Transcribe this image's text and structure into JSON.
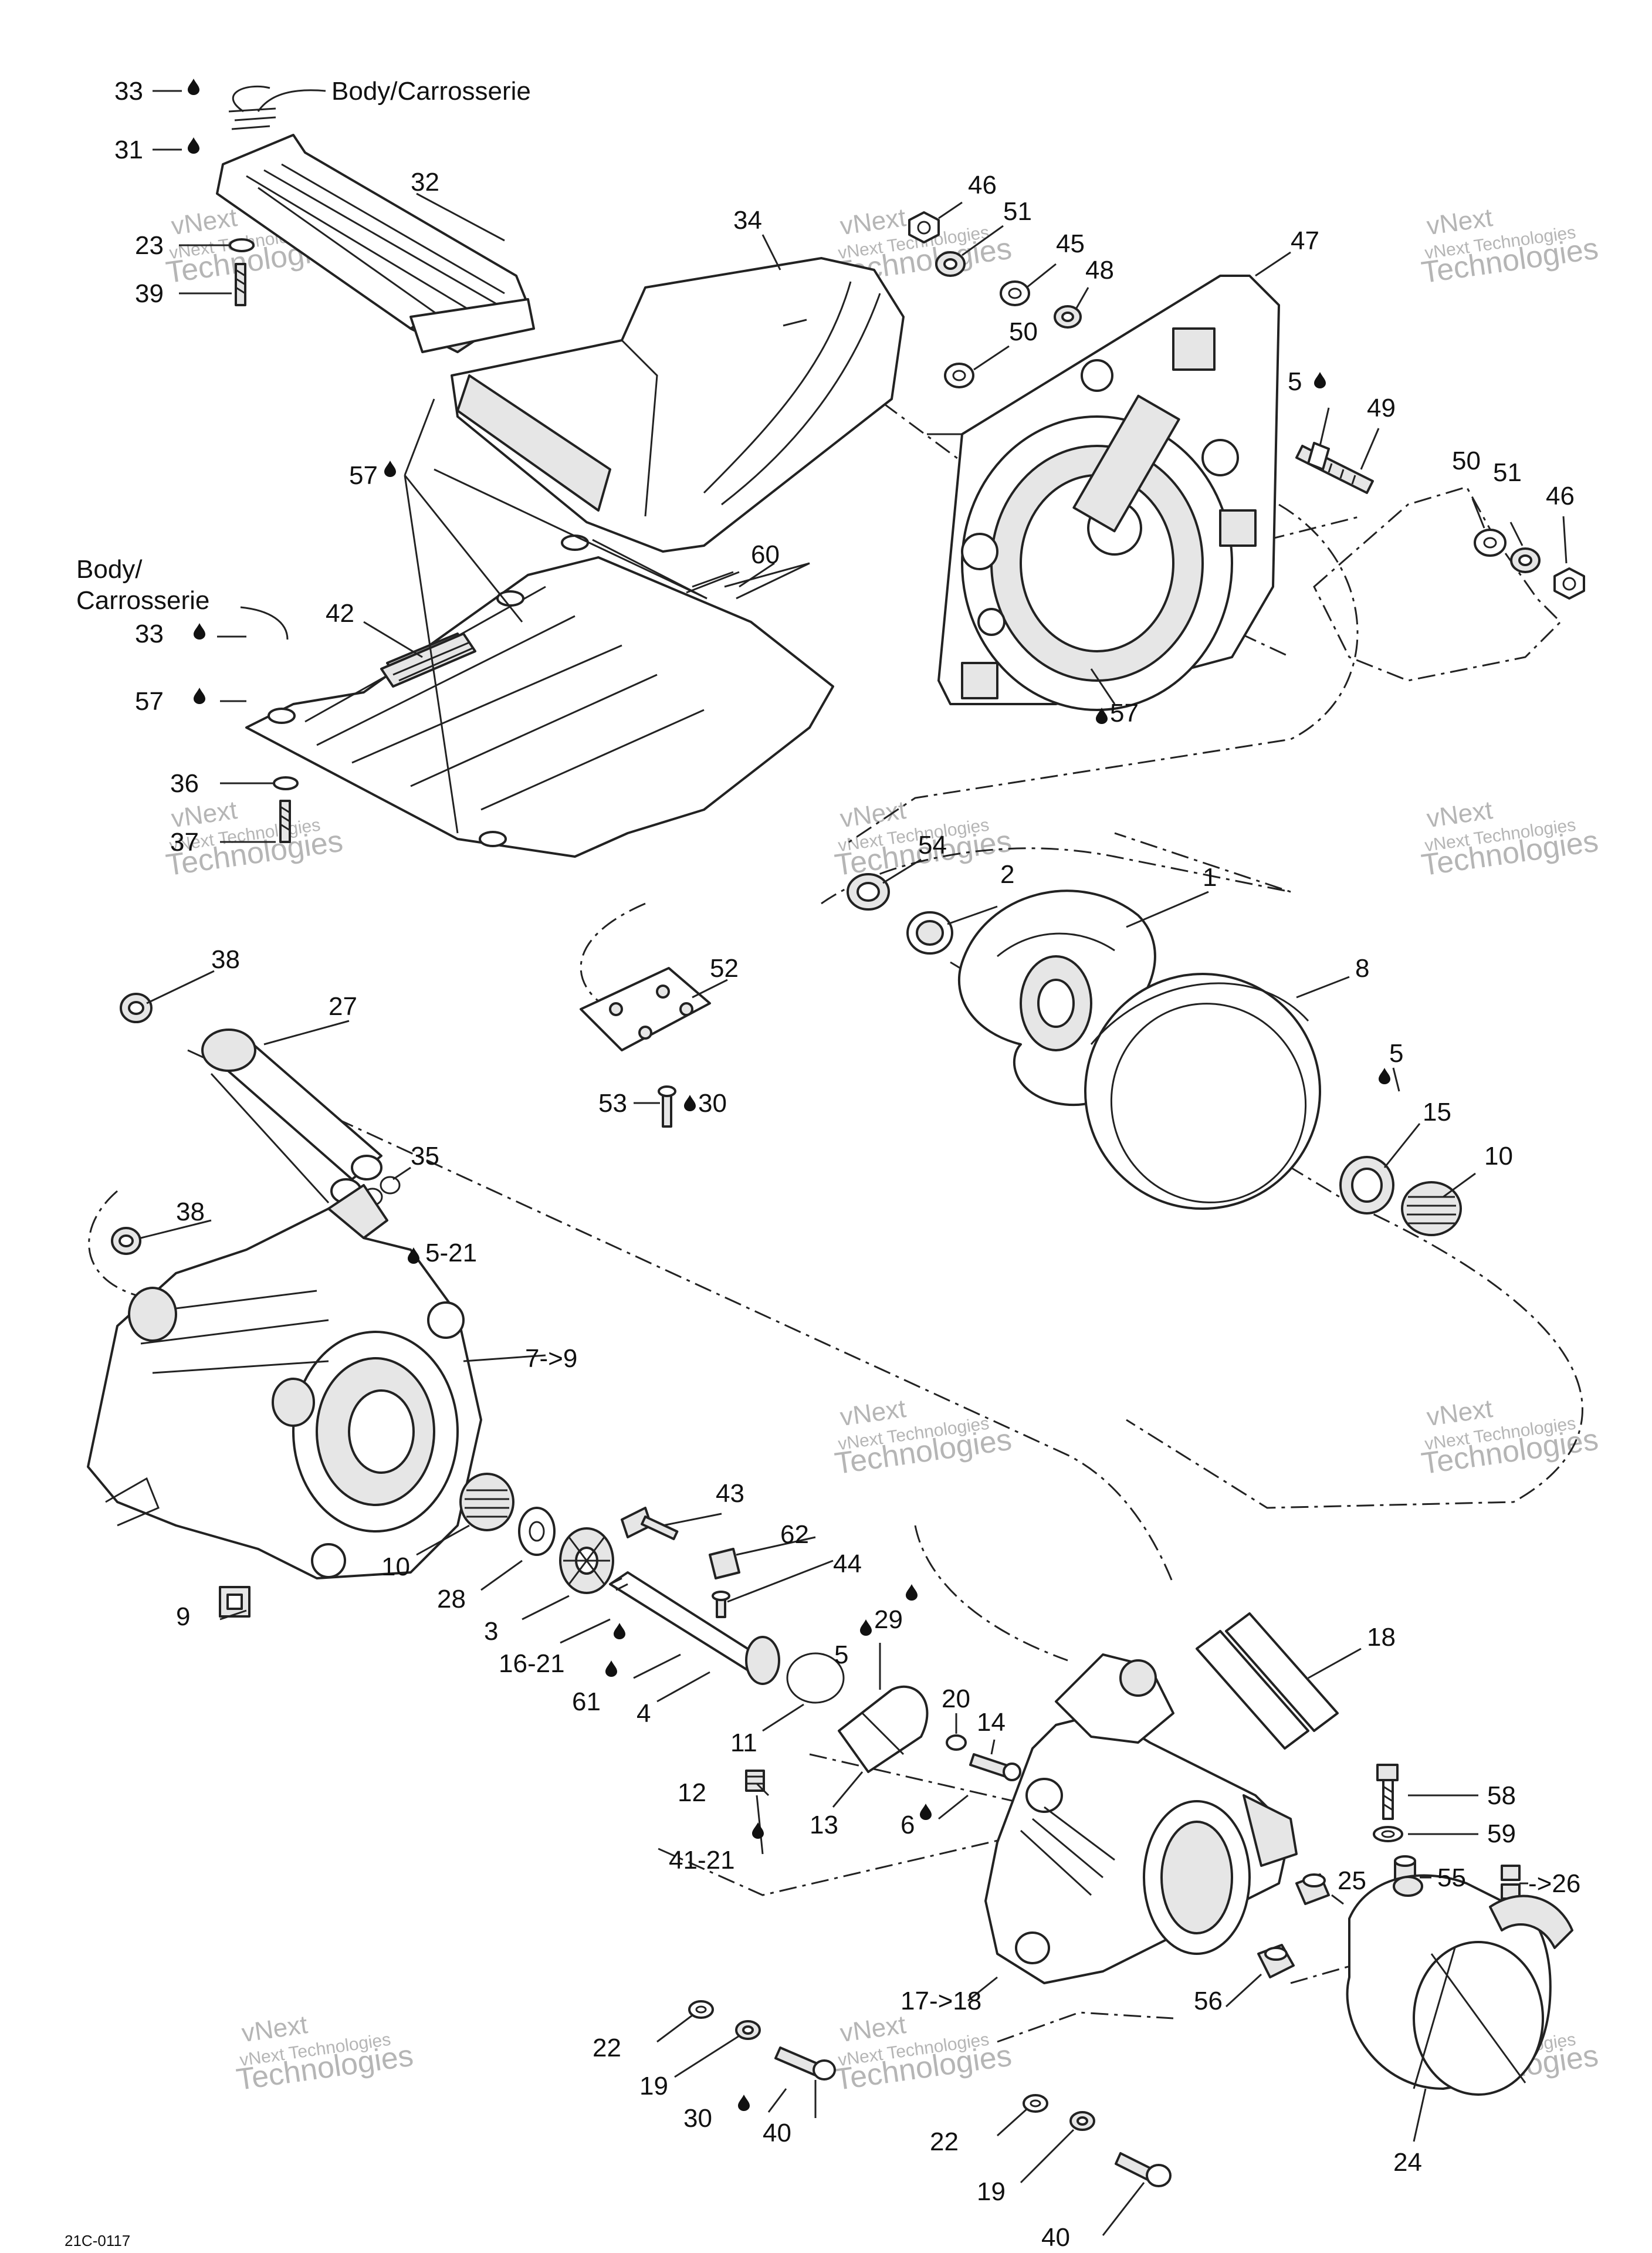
{
  "watermark": {
    "line1": "vNext Technologies",
    "line2": "vNext",
    "line3": "Technologies"
  },
  "callouts": {
    "body_top": "Body/Carrosserie",
    "body_mid_1": "Body/",
    "body_mid_2": "Carrosserie",
    "c1": "1",
    "c2": "2",
    "c3": "3",
    "c4": "4",
    "c5a": "5",
    "c5b": "5",
    "c5c": "5",
    "c5_21": "5-21",
    "c6": "6",
    "c7_9": "7->9",
    "c8": "8",
    "c9": "9",
    "c10a": "10",
    "c10b": "10",
    "c11": "11",
    "c12": "12",
    "c13": "13",
    "c14": "14",
    "c15": "15",
    "c16_21": "16-21",
    "c17_18": "17->18",
    "c18": "18",
    "c19a": "19",
    "c19b": "19",
    "c20": "20",
    "c22a": "22",
    "c22b": "22",
    "c23": "23",
    "c24": "24",
    "c25": "25",
    "c26": "->26",
    "c27": "27",
    "c28": "28",
    "c29": "29",
    "c30a": "30",
    "c30b": "30",
    "c31": "31",
    "c32": "32",
    "c33a": "33",
    "c33b": "33",
    "c34": "34",
    "c35": "35",
    "c36": "36",
    "c37": "37",
    "c38a": "38",
    "c38b": "38",
    "c39": "39",
    "c40a": "40",
    "c40b": "40",
    "c41_21": "41-21",
    "c42": "42",
    "c43": "43",
    "c44": "44",
    "c45": "45",
    "c46a": "46",
    "c46b": "46",
    "c47": "47",
    "c48": "48",
    "c49": "49",
    "c50a": "50",
    "c50b": "50",
    "c51a": "51",
    "c51b": "51",
    "c52": "52",
    "c53": "53",
    "c54": "54",
    "c55": "55",
    "c56": "56",
    "c57a": "57",
    "c57b": "57",
    "c57c": "57",
    "c58": "58",
    "c59": "59",
    "c60": "60",
    "c61": "61",
    "c62": "62"
  },
  "footer": {
    "code": "21C-0117"
  }
}
